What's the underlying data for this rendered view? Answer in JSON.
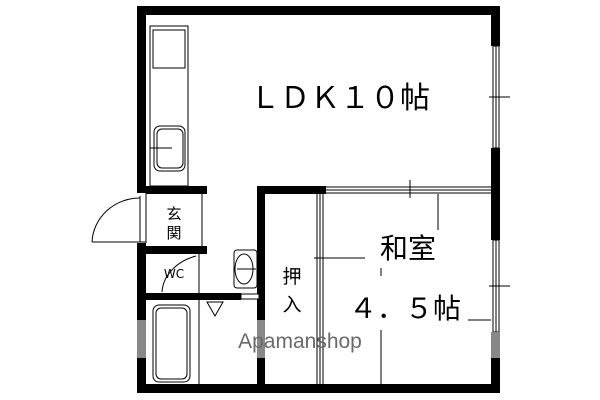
{
  "floorplan": {
    "rooms": {
      "ldk": {
        "name": "ＬＤＫ１０帖",
        "type": "LDK",
        "size_jo": 10
      },
      "washitsu": {
        "name_line1": "和室",
        "name_line2": "４．５帖",
        "type": "Japanese-style room",
        "size_jo": 4.5
      },
      "genkan": {
        "line1": "玄",
        "line2": "関",
        "type": "Entrance"
      },
      "wc": {
        "name": "WC",
        "type": "Toilet"
      },
      "oshiire": {
        "line1": "押",
        "line2": "入",
        "type": "Closet"
      }
    },
    "watermark": "Apamanshop",
    "colors": {
      "wall": "#000000",
      "background": "#ffffff",
      "watermark_band": "#888888",
      "watermark_text": "#6a6a6a"
    }
  }
}
